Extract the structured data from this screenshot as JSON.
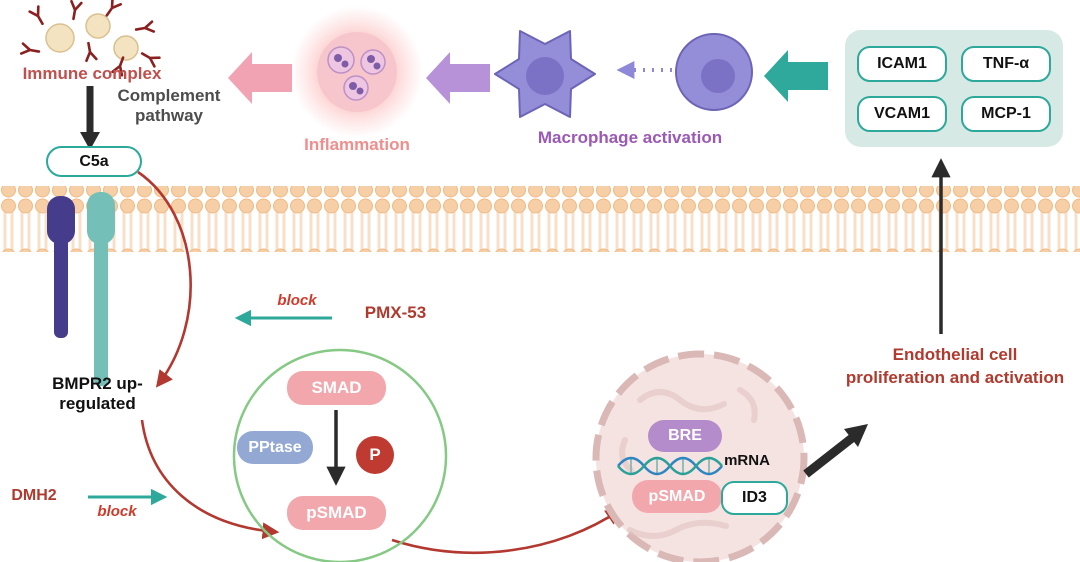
{
  "labels": {
    "immune_complex": "Immune complex",
    "complement_pathway": "Complement pathway",
    "c5a": "C5a",
    "inflammation": "Inflammation",
    "macrophage_activation": "Macrophage activation",
    "bmpr2": "BMPR2 up-regulated",
    "dmh2": "DMH2",
    "block_dmh2": "block",
    "block_pmx": "block",
    "pmx53": "PMX-53",
    "smad": "SMAD",
    "pptase": "PPtase",
    "p": "P",
    "psmad": "pSMAD",
    "bre": "BRE",
    "mrna": "mRNA",
    "psmad_nucleus": "pSMAD",
    "id3": "ID3",
    "endothelial": "Endothelial cell proliferation and activation"
  },
  "cytokines": [
    "ICAM1",
    "TNF-α",
    "VCAM1",
    "MCP-1"
  ],
  "colors": {
    "teal_accent": "#2ca99b",
    "red_accent": "#b03a2e",
    "pink_node": "#f2a7ad",
    "blue_node": "#93a9d4",
    "purple_node": "#b48ccc",
    "macrophage_purple": "#948dd8",
    "inflammation_pink": "#f08d8d",
    "membrane_peach": "#f6cfa6",
    "green_circle": "#85c985",
    "cytokine_box_bg": "#d7e9e5"
  }
}
